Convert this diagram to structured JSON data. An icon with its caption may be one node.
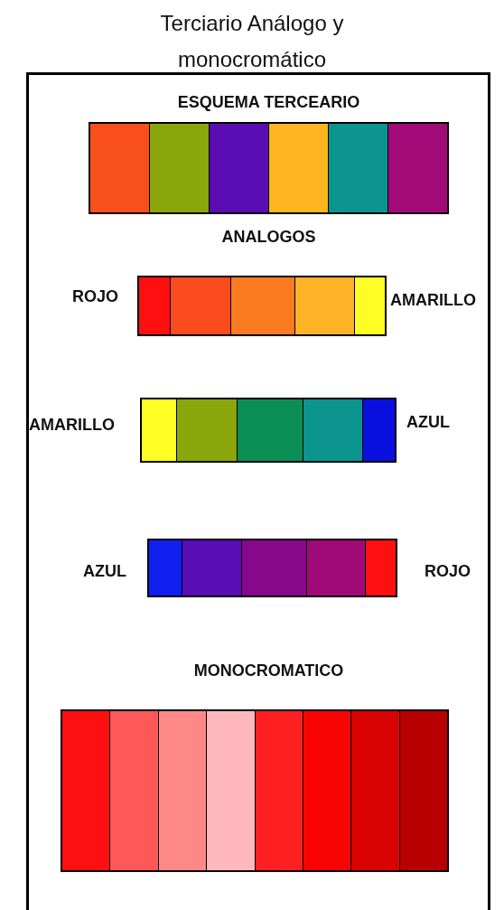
{
  "diagram": {
    "title": "Terciario Análogo y monocromático",
    "labels": [
      "ESQUEMA TERCEARIO",
      "ANALOGOS",
      "ROJO",
      "AMARILLO",
      "AMARILLO",
      "AZUL",
      "AZUL",
      "ROJO",
      "MONOCROMATICO"
    ]
  }
}
